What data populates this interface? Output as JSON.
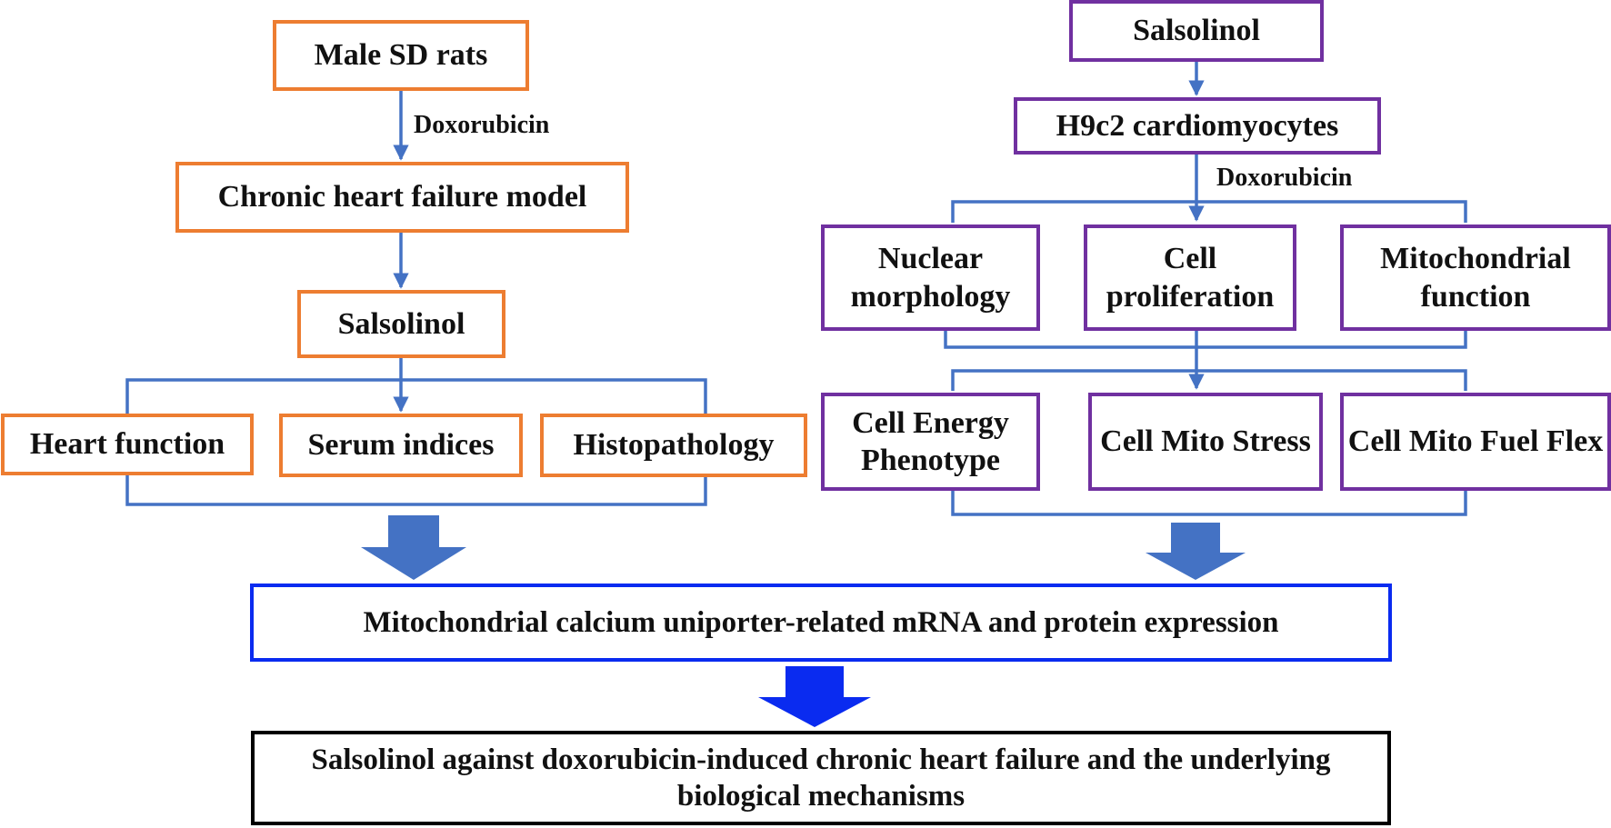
{
  "left": {
    "start": "Male SD rats",
    "edge_label": "Doxorubicin",
    "model": "Chronic heart failure model",
    "treatment": "Salsolinol",
    "outcomes": [
      "Heart function",
      "Serum indices",
      "Histopathology"
    ]
  },
  "right": {
    "treatment": "Salsolinol",
    "cells": "H9c2 cardiomyocytes",
    "edge_label": "Doxorubicin",
    "assays_row1": [
      "Nuclear morphology",
      "Cell proliferation",
      "Mitochondrial function"
    ],
    "assays_row2": [
      "Cell Energy Phenotype",
      "Cell Mito Stress",
      "Cell Mito Fuel Flex"
    ]
  },
  "mechanism": "Mitochondrial calcium uniporter-related mRNA and protein expression",
  "conclusion": "Salsolinol against doxorubicin-induced chronic heart failure and the underlying biological mechanisms",
  "colors": {
    "left_box_border": "#ED7D31",
    "right_box_border": "#7030A0",
    "connector": "#4472C4",
    "block_arrow_left": "#4472C4",
    "block_arrow_right": "#4472C4",
    "mechanism_border": "#0A2BF0",
    "block_arrow_bottom": "#0A2BF0",
    "conclusion_border": "#000000"
  }
}
